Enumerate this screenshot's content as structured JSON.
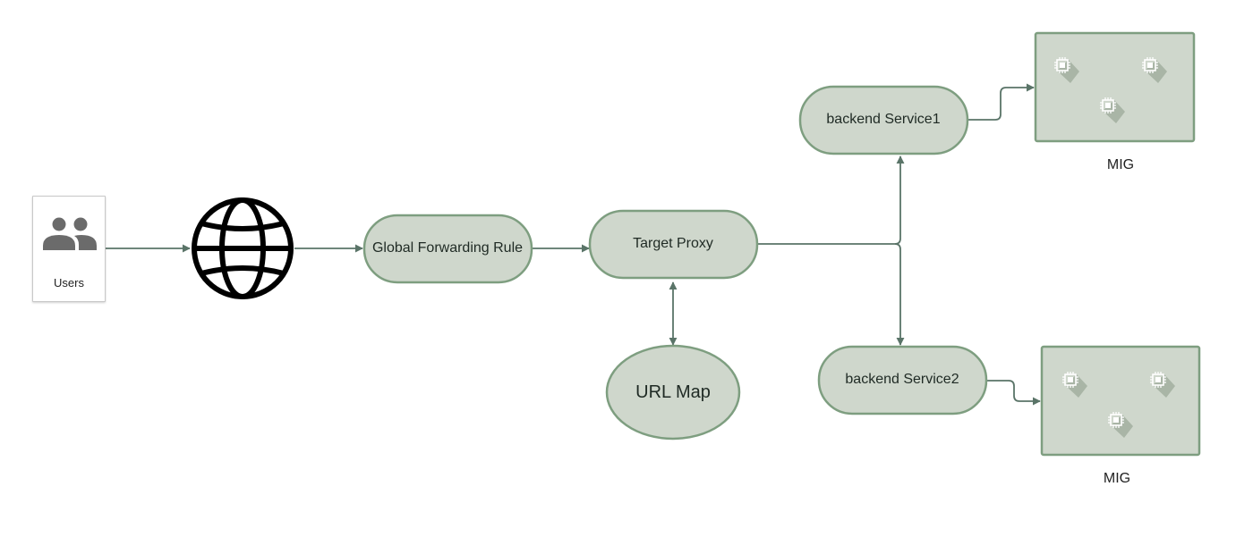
{
  "users": {
    "label": "Users",
    "icon": "users-icon"
  },
  "internet": {
    "icon": "globe-icon"
  },
  "nodes": {
    "forwarding_rule": "Global Forwarding Rule",
    "target_proxy": "Target Proxy",
    "url_map": "URL Map",
    "backend_service_1": "backend Service1",
    "backend_service_2": "backend Service2"
  },
  "migs": [
    {
      "label": "MIG",
      "icon": "compute-instance-icon",
      "instances": 3
    },
    {
      "label": "MIG",
      "icon": "compute-instance-icon",
      "instances": 3
    }
  ],
  "colors": {
    "node_fill": "#cfd7cc",
    "node_border": "#7e9e80",
    "connector": "#5a7468",
    "globe": "#000000",
    "users_icon": "#6b6b6b"
  }
}
